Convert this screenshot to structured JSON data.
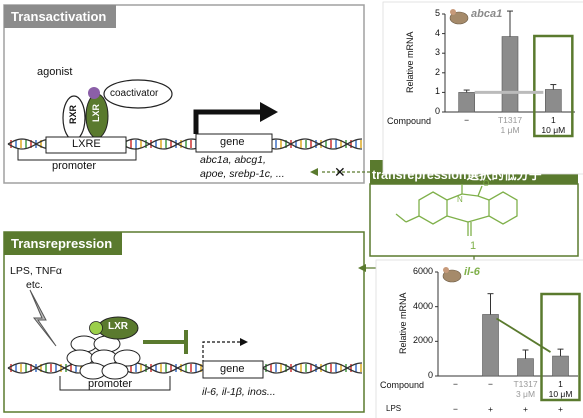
{
  "transactivation": {
    "title": "Transactivation",
    "agonist": "agonist",
    "coactivator": "coactivator",
    "rxr": "RXR",
    "lxr": "LXR",
    "lxre": "LXRE",
    "promoter": "promoter",
    "gene": "gene",
    "targets_line1": "abc1a, abcg1,",
    "targets_line2": "apoe, srebp-1c, ..."
  },
  "transrepression": {
    "title": "Transrepression",
    "stimuli_line1": "LPS, TNFα",
    "stimuli_line2": "etc.",
    "lxr": "LXR",
    "promoter": "promoter",
    "gene": "gene",
    "targets": "il-6, il-1β, inos..."
  },
  "callout": {
    "title": "transrepression選択的低分子",
    "compound_label": "1",
    "block_mark": "✕"
  },
  "colors": {
    "green": "#5a7a2e",
    "bar": "#8c8c8c",
    "panel_border": "#a0a0a0"
  },
  "chart_data": [
    {
      "type": "bar",
      "gene_label": "abca1",
      "ylabel": "Relative mRNA",
      "ylim": [
        0,
        5
      ],
      "yticks": [
        "0",
        "1",
        "2",
        "3",
        "4",
        "5"
      ],
      "row_label": "Compound",
      "categories": [
        "−",
        "T1317\n1 μM",
        "1\n10 μM"
      ],
      "values": [
        1.0,
        3.85,
        1.15
      ],
      "errors": [
        0.12,
        1.3,
        0.25
      ]
    },
    {
      "type": "bar",
      "gene_label": "il-6",
      "ylabel": "Relative mRNA",
      "ylim": [
        0,
        6000
      ],
      "yticks": [
        "0",
        "2000",
        "4000",
        "6000"
      ],
      "row_labels": [
        "Compound",
        "LPS"
      ],
      "categories": [
        "−",
        "−",
        "T1317\n3 μM",
        "1\n10 μM"
      ],
      "lps": [
        "−",
        "+",
        "+",
        "+"
      ],
      "values": [
        0,
        3550,
        1000,
        1150
      ],
      "errors": [
        0,
        1200,
        500,
        400
      ]
    }
  ]
}
